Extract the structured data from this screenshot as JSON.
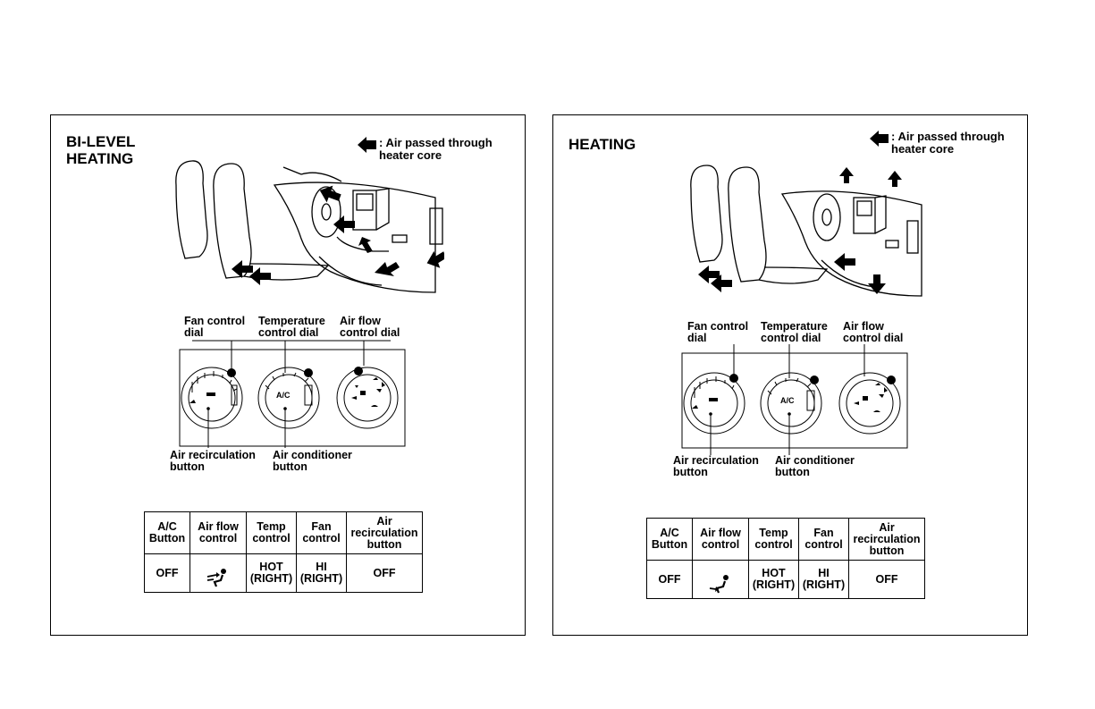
{
  "panels": {
    "left": {
      "mode_title": "BI-LEVEL\nHEATING",
      "legend_text": ": Air passed through\nheater core",
      "labels": {
        "fan_control_dial": "Fan control\ndial",
        "temperature_control_dial": "Temperature\ncontrol dial",
        "air_flow_control_dial": "Air flow\ncontrol dial",
        "air_recirculation_button": "Air recirculation\nbutton",
        "air_conditioner_button": "Air conditioner\nbutton"
      },
      "dial_text": "A/C",
      "table": {
        "headers": [
          "A/C\nButton",
          "Air flow\ncontrol",
          "Temp\ncontrol",
          "Fan\ncontrol",
          "Air\nrecirculation\nbutton"
        ],
        "values": [
          "OFF",
          "",
          "HOT\n(RIGHT)",
          "HI\n(RIGHT)",
          "OFF"
        ],
        "airflow_icon": "bi-level-airflow-icon"
      }
    },
    "right": {
      "mode_title": "HEATING",
      "legend_text": ": Air passed through\nheater core",
      "labels": {
        "fan_control_dial": "Fan control\ndial",
        "temperature_control_dial": "Temperature\ncontrol dial",
        "air_flow_control_dial": "Air flow\ncontrol dial",
        "air_recirculation_button": "Air recirculation\nbutton",
        "air_conditioner_button": "Air conditioner\nbutton"
      },
      "dial_text": "A/C",
      "table": {
        "headers": [
          "A/C\nButton",
          "Air flow\ncontrol",
          "Temp\ncontrol",
          "Fan\ncontrol",
          "Air\nrecirculation\nbutton"
        ],
        "values": [
          "OFF",
          "",
          "HOT\n(RIGHT)",
          "HI\n(RIGHT)",
          "OFF"
        ],
        "airflow_icon": "foot-airflow-icon"
      }
    }
  }
}
